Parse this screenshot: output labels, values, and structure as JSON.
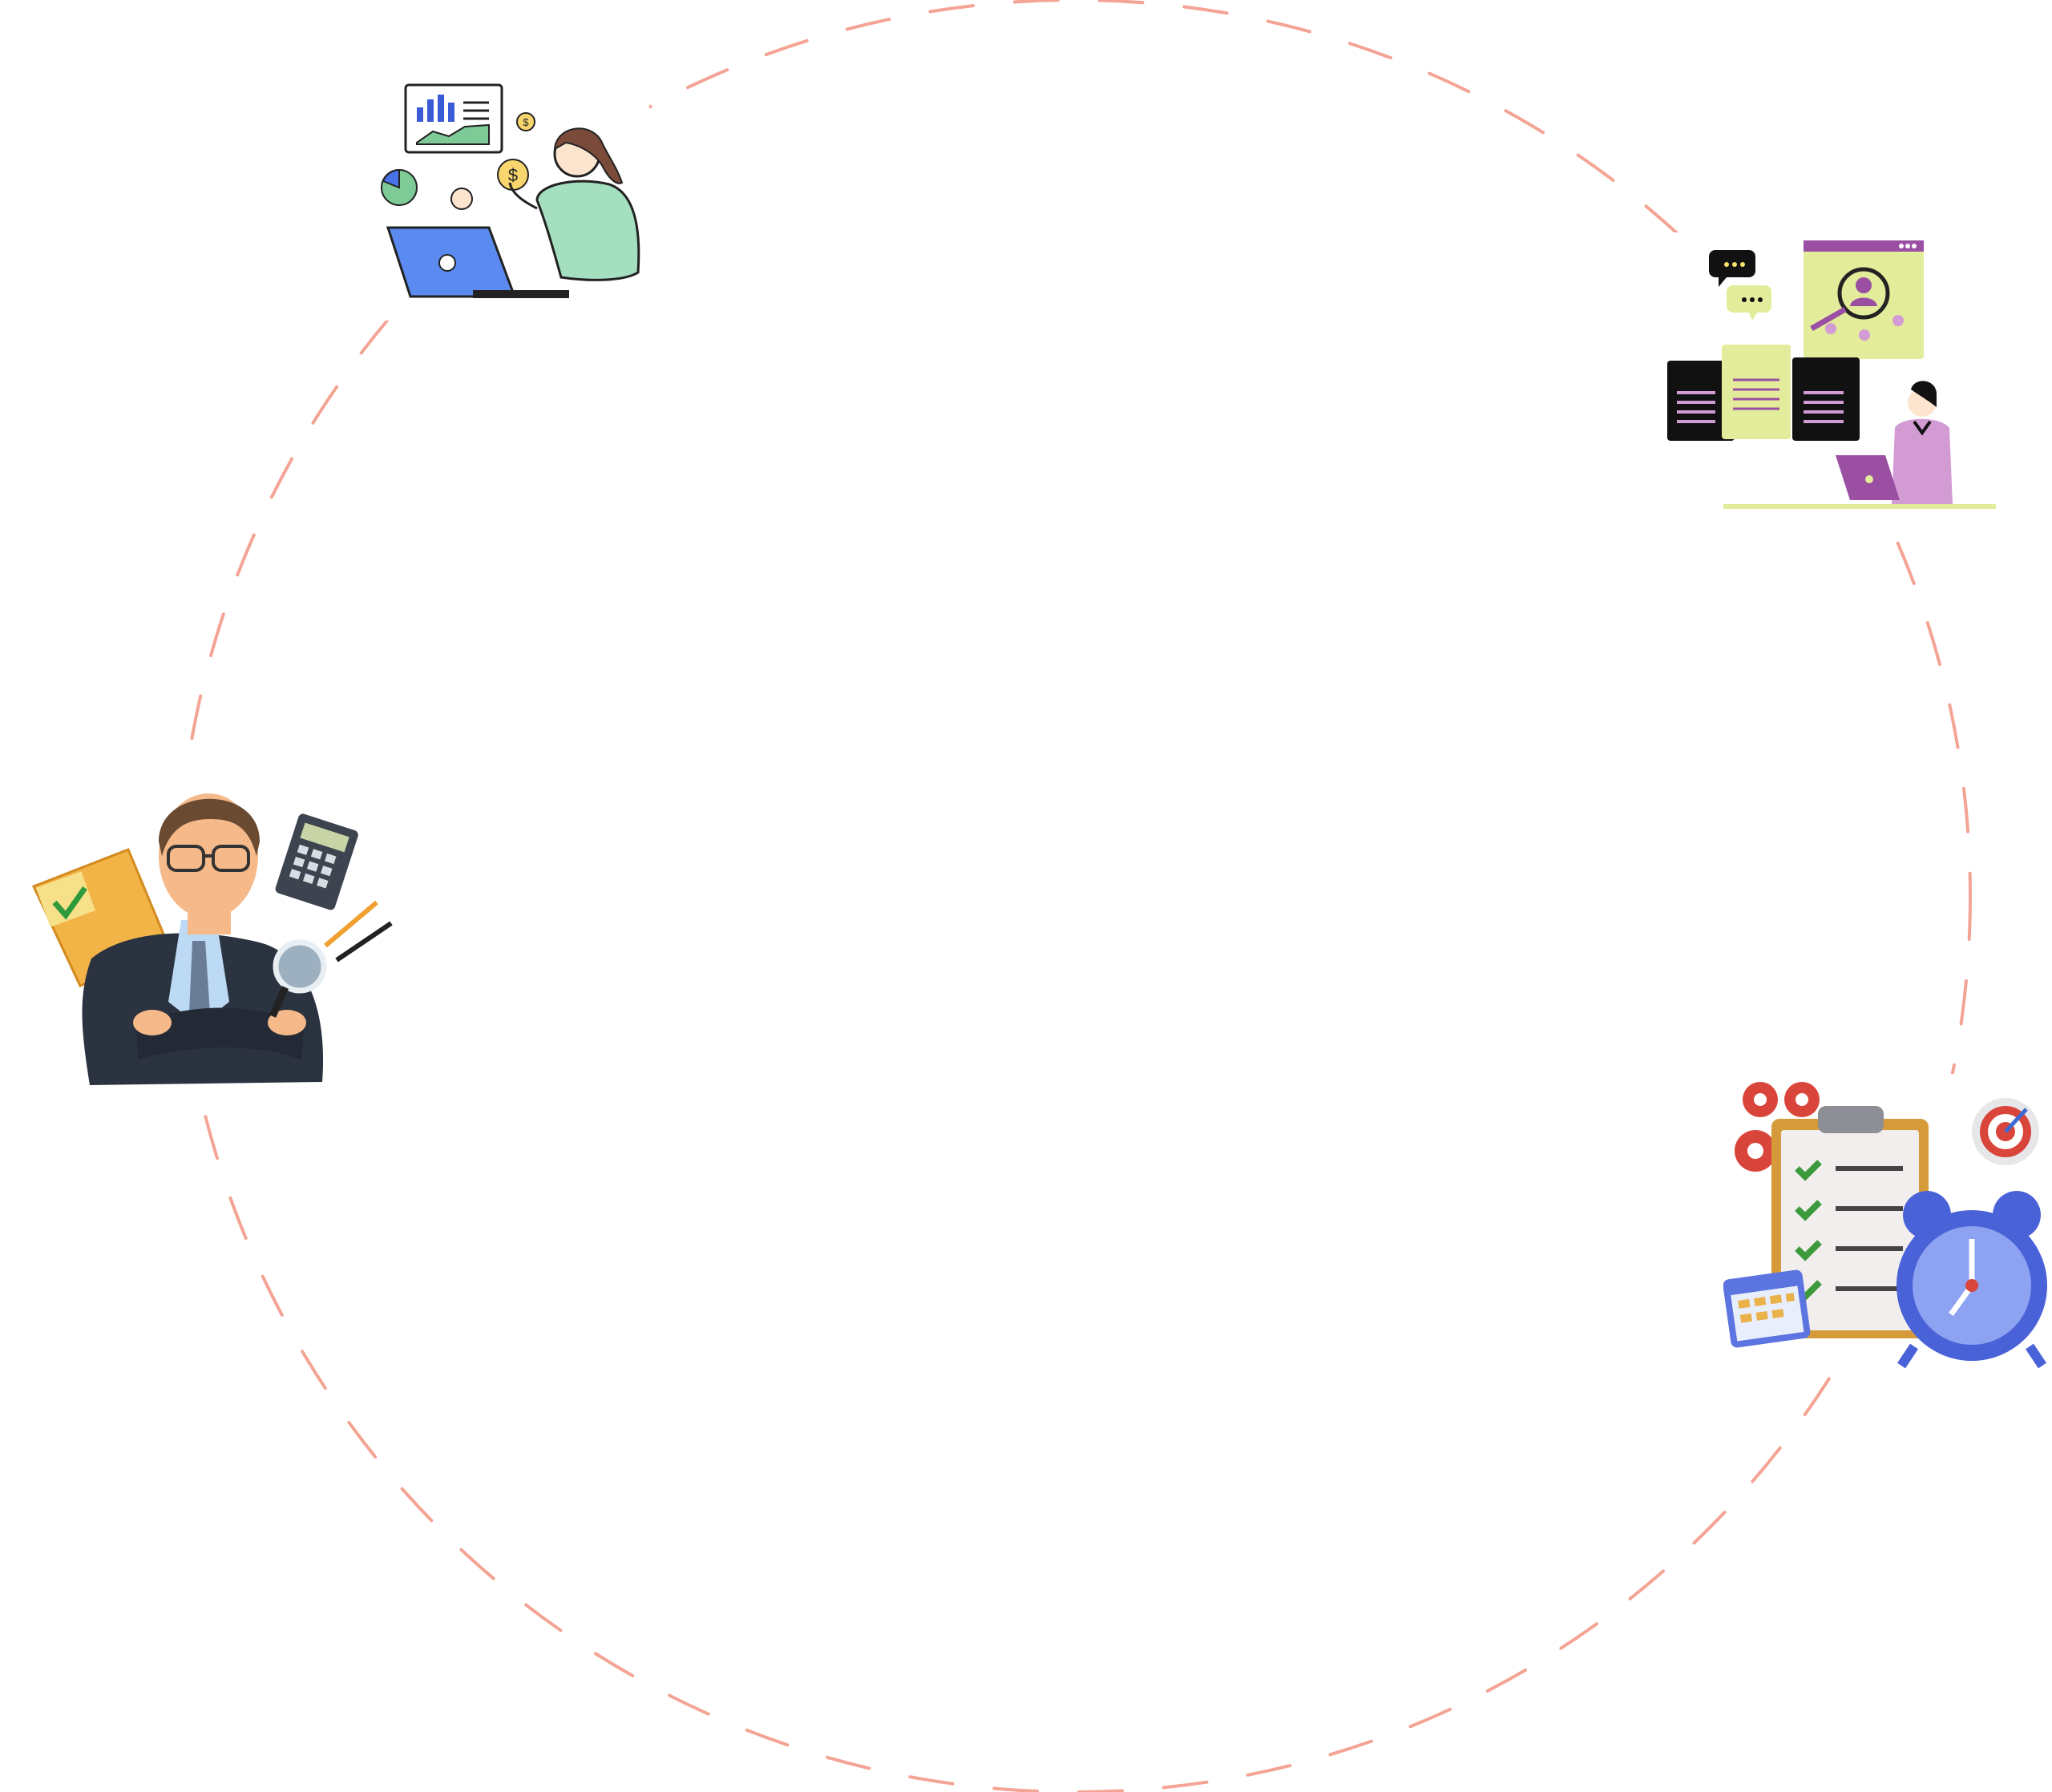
{
  "diagram": {
    "ring": {
      "stroke_color": "#f4a494",
      "style": "dashed"
    },
    "nodes": [
      {
        "name": "data-analyst",
        "icon": "analytics-laptop-woman-icon"
      },
      {
        "name": "recruiter",
        "icon": "candidate-search-icon"
      },
      {
        "name": "auditor",
        "icon": "accountant-auditor-icon"
      },
      {
        "name": "task-planning",
        "icon": "checklist-clock-icon"
      }
    ]
  }
}
